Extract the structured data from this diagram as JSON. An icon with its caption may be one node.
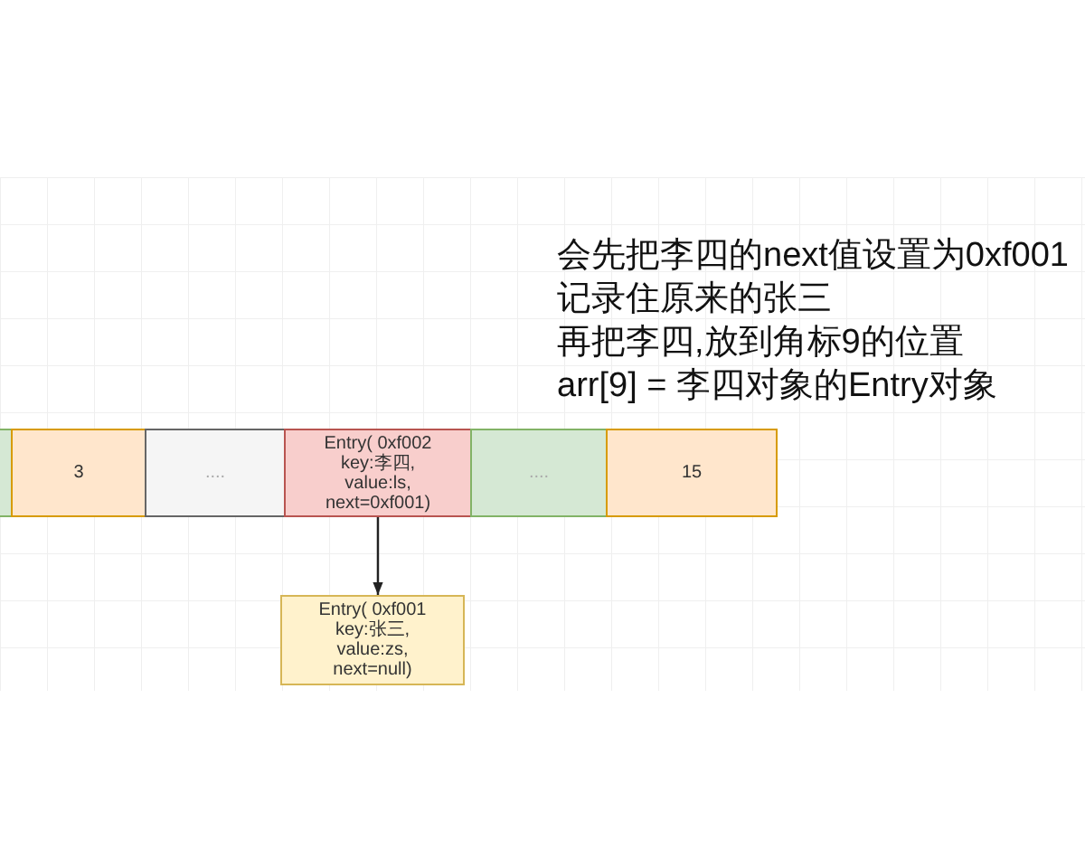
{
  "diagram": {
    "nodes": [
      {
        "text": [],
        "shape": "box"
      },
      {
        "text": [
          "3"
        ]
      },
      {
        "text": [
          "...."
        ]
      },
      {
        "text": [
          "Entry( 0xf002 key:李四, value:ls, next=0xf001)"
        ]
      },
      {
        "text": [
          "...."
        ]
      },
      {
        "text": [
          "15"
        ]
      },
      {
        "text": [
          "Entry( 0xf001 key:张三, value:zs, next=null)"
        ]
      }
    ],
    "edges": [
      {
        "from": 3,
        "to": 6,
        "arrow": "to"
      }
    ],
    "labels": [
      "会先把李四的next值设置为0xf001",
      "记录住原来的张三",
      "再把李四,放到角标9的位置",
      "arr[9] = 李四对象的Entry对象"
    ]
  }
}
